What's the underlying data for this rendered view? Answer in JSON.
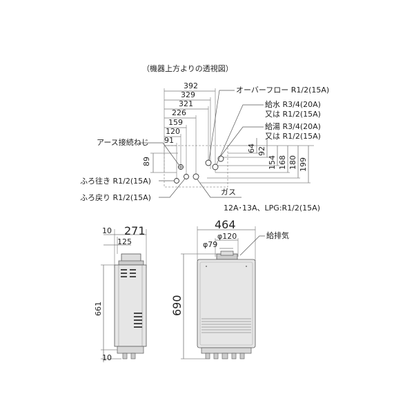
{
  "top_view": {
    "title": "（機器上方よりの透視図）",
    "horizontal_dims": [
      "392",
      "329",
      "321",
      "226",
      "159",
      "120",
      "91"
    ],
    "vertical_dims": [
      "64",
      "92",
      "154",
      "168",
      "180",
      "199"
    ],
    "left_dim": "89",
    "callouts": {
      "overflow": "オーバーフロー R1/2(15A)",
      "water_1": "給水 R3/4(20A)",
      "water_2": "又は R1/2(15A)",
      "hotwater_1": "給湯 R3/4(20A)",
      "hotwater_2": "又は R1/2(15A)",
      "earth": "アース接続ねじ",
      "bath_out": "ふろ往き R1/2(15A)",
      "bath_return": "ふろ戻り R1/2(15A)",
      "gas": "ガス",
      "gas_spec": "12A･13A、LPG:R1/2(15A)"
    }
  },
  "side_view": {
    "depth_offset": "10",
    "depth": "271",
    "flue_offset": "125",
    "height": "661",
    "bottom_offset": "10"
  },
  "front_view": {
    "width": "464",
    "flue_outer": "φ120",
    "flue_inner": "φ79",
    "flue_label": "給排気",
    "height": "690"
  },
  "colors": {
    "line": "#555555",
    "body_fill": "#e6e6e6",
    "vent": "#444444"
  }
}
